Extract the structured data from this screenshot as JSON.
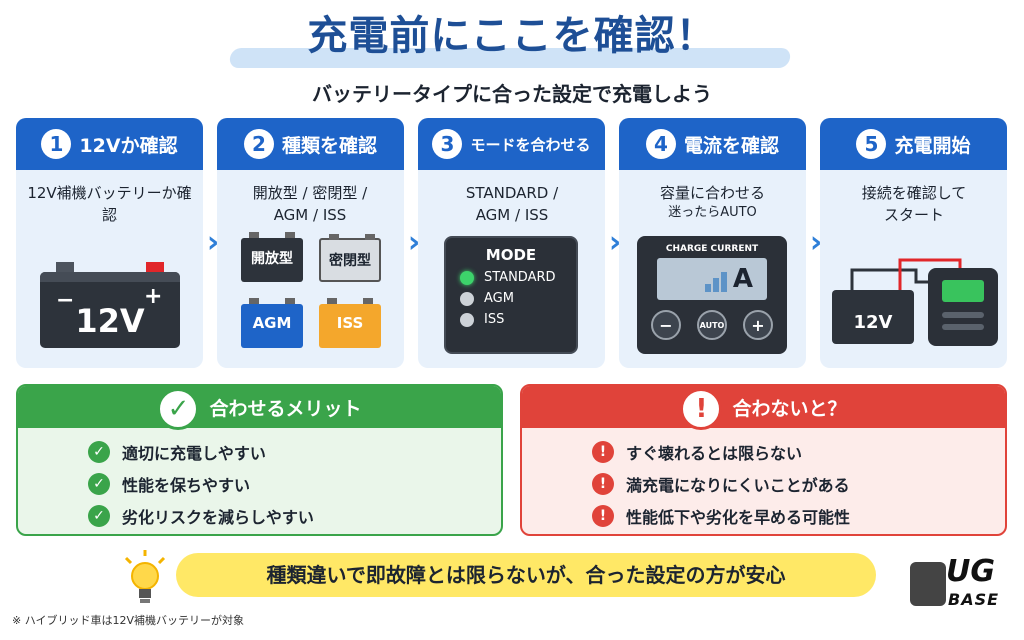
{
  "header": {
    "title": "充電前にここを確認！",
    "subtitle": "バッテリータイプに合った設定で充電しよう"
  },
  "steps": [
    {
      "number": "1",
      "title": "12Vか確認",
      "desc": "12V補機バッテリーか確認",
      "battery_label": "12V"
    },
    {
      "number": "2",
      "title": "種類を確認",
      "desc": "開放型 / 密閉型 / AGM / ISS",
      "types": [
        "開放型",
        "密閉型",
        "AGM",
        "ISS"
      ]
    },
    {
      "number": "3",
      "title": "モードを合わせる",
      "desc": "STANDARD / AGM / ISS",
      "mode_panel": {
        "title": "MODE",
        "options": [
          "STANDARD",
          "AGM",
          "ISS"
        ]
      }
    },
    {
      "number": "4",
      "title": "電流を確認",
      "desc": "容量に合わせる",
      "desc2": "迷ったらAUTO",
      "charge_panel": {
        "title": "CHARGE CURRENT",
        "unit": "A",
        "minus": "−",
        "auto": "AUTO",
        "plus": "+"
      }
    },
    {
      "number": "5",
      "title": "充電開始",
      "desc": "接続を確認してスタート",
      "battery_label": "12V"
    }
  ],
  "merit": {
    "title": "合わせるメリット",
    "items": [
      "適切に充電しやすい",
      "性能を保ちやすい",
      "劣化リスクを減らしやすい"
    ]
  },
  "risk": {
    "title": "合わないと？",
    "items": [
      "すぐ壊れるとは限らない",
      "満充電になりにくいことがある",
      "性能低下や劣化を早める可能性"
    ]
  },
  "banner": {
    "text": "種類違いで即故障とは限らないが、合った設定の方が安心"
  },
  "footnote": "※ ハイブリッド車は12V補機バッテリーが対象",
  "brand": {
    "line1": "UG",
    "line2": "BASE"
  },
  "colors": {
    "primary_blue": "#1e64c8",
    "title_blue": "#1e4f96",
    "green": "#3aa44a",
    "red": "#e0433a",
    "banner_yellow": "#ffe866"
  }
}
